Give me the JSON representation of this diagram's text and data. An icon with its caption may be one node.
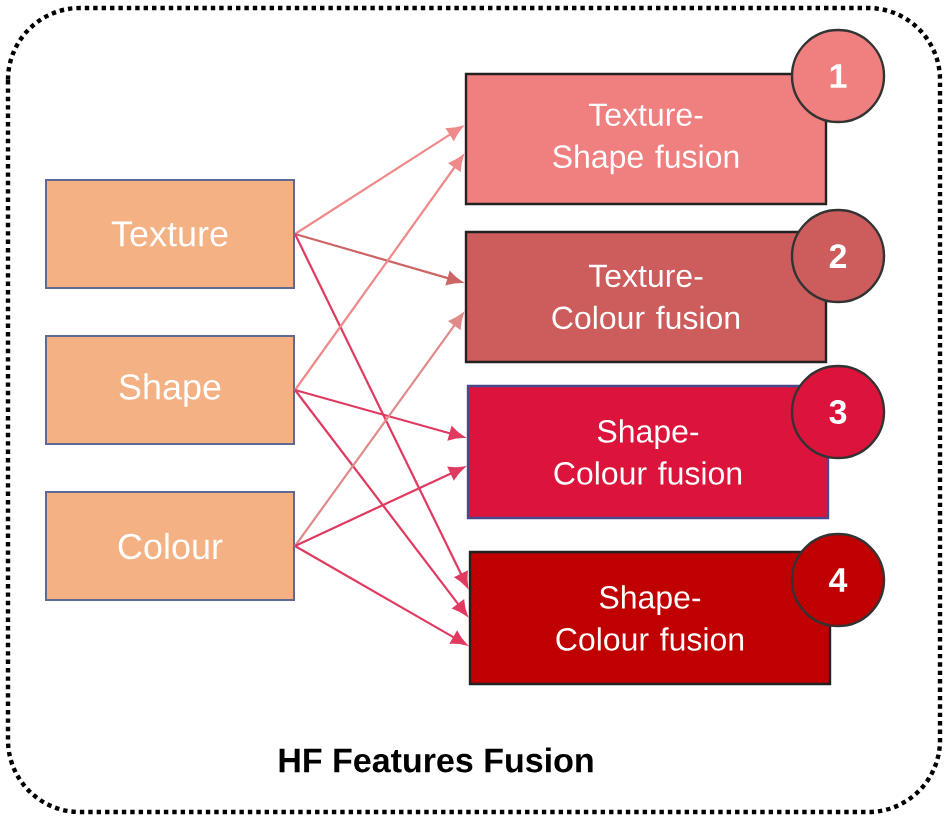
{
  "diagram": {
    "caption": "HF Features Fusion",
    "nodes": [
      {
        "text": [
          "Texture"
        ]
      },
      {
        "text": [
          "Shape"
        ]
      },
      {
        "text": [
          "Colour"
        ]
      },
      {
        "text": [
          "Texture-Shape fusion"
        ]
      },
      {
        "text": [
          "Texture-Colour fusion"
        ]
      },
      {
        "text": [
          "Shape-Colour fusion"
        ]
      },
      {
        "text": [
          "Shape-Colour fusion"
        ]
      },
      {
        "text": [
          "1"
        ]
      },
      {
        "text": [
          "2"
        ]
      },
      {
        "text": [
          "3"
        ]
      },
      {
        "text": [
          "4"
        ]
      }
    ],
    "edges": [
      {
        "from": 0,
        "to": 3,
        "arrow": "to",
        "color": "#f08a8a"
      },
      {
        "from": 0,
        "to": 4,
        "arrow": "to",
        "color": "#cc6666"
      },
      {
        "from": 0,
        "to": 6,
        "arrow": "to"
      },
      {
        "from": 1,
        "to": 3,
        "arrow": "to",
        "color": "#f08a8a"
      },
      {
        "from": 1,
        "to": 5,
        "arrow": "to"
      },
      {
        "from": 1,
        "to": 6,
        "arrow": "to"
      },
      {
        "from": 2,
        "to": 4,
        "arrow": "to",
        "color": "#e08a8a"
      },
      {
        "from": 2,
        "to": 5,
        "arrow": "to"
      },
      {
        "from": 2,
        "to": 6,
        "arrow": "to"
      }
    ]
  }
}
